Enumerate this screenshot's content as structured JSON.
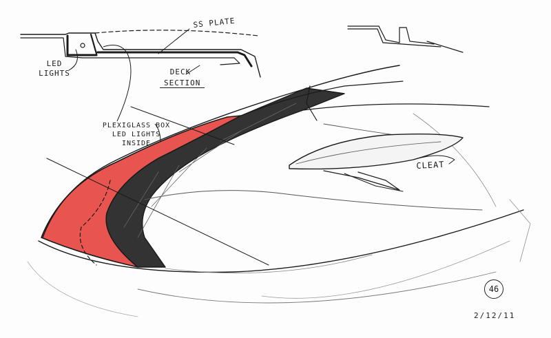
{
  "annotations": {
    "ss_plate": "SS PLATE",
    "led_lights": "LED LIGHTS",
    "deck_section_line1": "DECK",
    "deck_section_line2": "SECTION",
    "plexiglass_box": "PLEXIGLASS BOX LED LIGHTS INSIDE",
    "cleat": "CLEAT",
    "sheet_number": "46",
    "date": "2/12/11"
  },
  "colors": {
    "ink": "#1a1a1a",
    "pencil": "#555555",
    "red_fill": "#e8544f",
    "dark_fill": "#333333",
    "paper": "#fdfdfd"
  }
}
